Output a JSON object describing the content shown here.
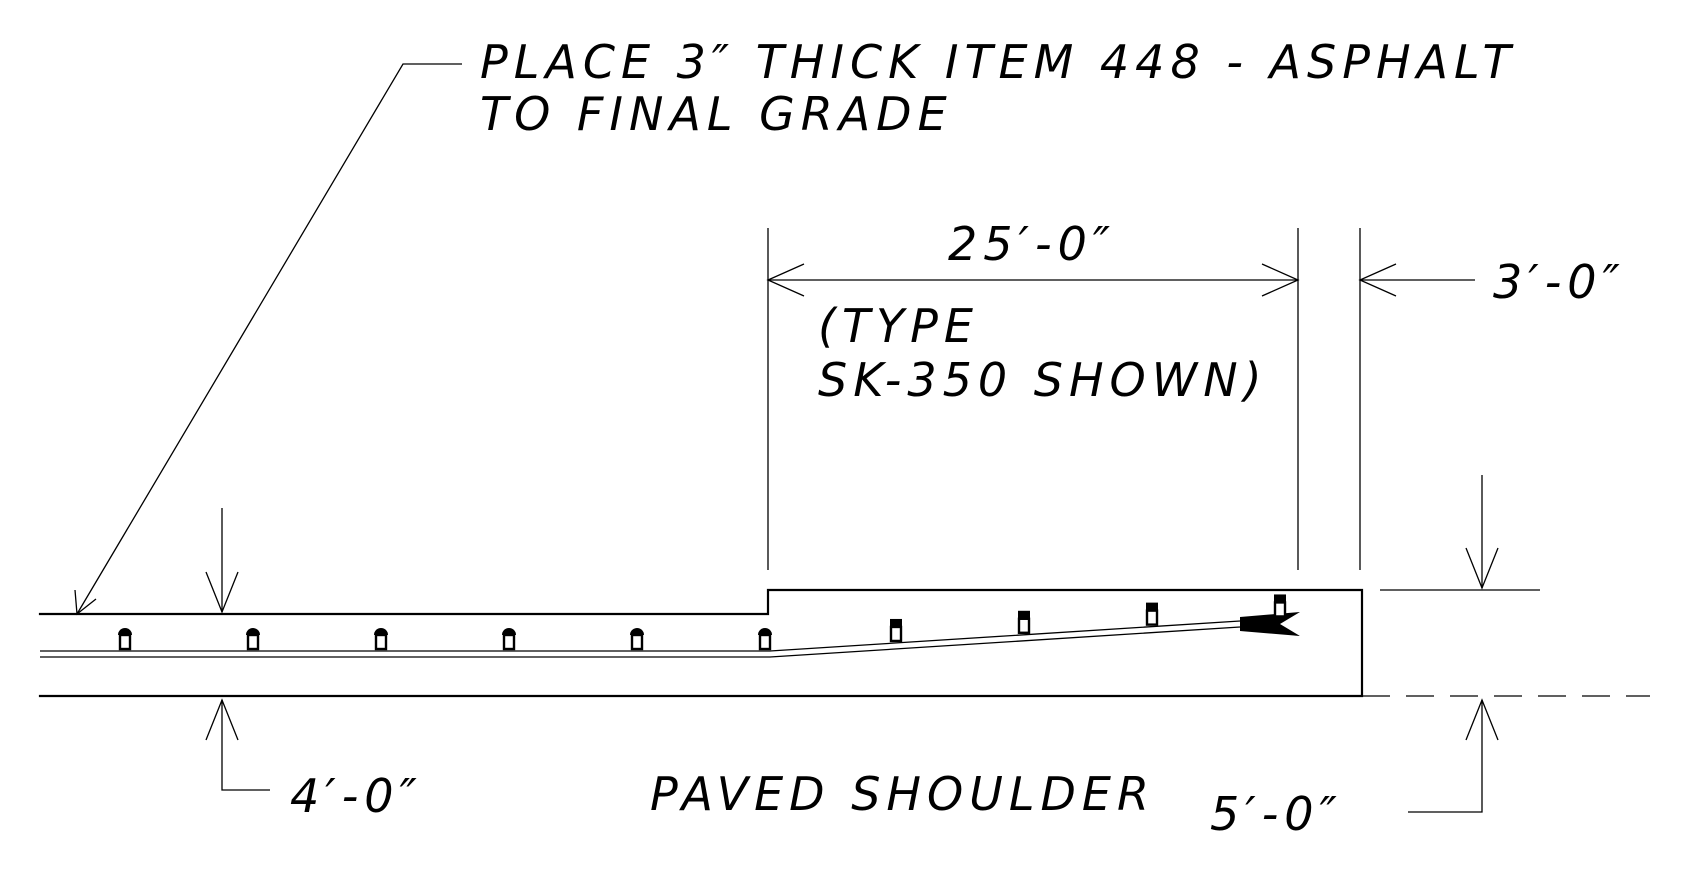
{
  "notes": {
    "asphalt_line1": "PLACE 3″ THICK ITEM 448 - ASPHALT",
    "asphalt_line2": "TO FINAL GRADE",
    "type_line1": "(TYPE",
    "type_line2": "SK-350 SHOWN)",
    "paved_shoulder": "PAVED SHOULDER"
  },
  "dimensions": {
    "length": "25′-0″",
    "offset": "3′-0″",
    "width_left": "4′-0″",
    "width_right": "5′-0″"
  },
  "posts": {
    "flat_count": 6,
    "flare_count": 4
  }
}
